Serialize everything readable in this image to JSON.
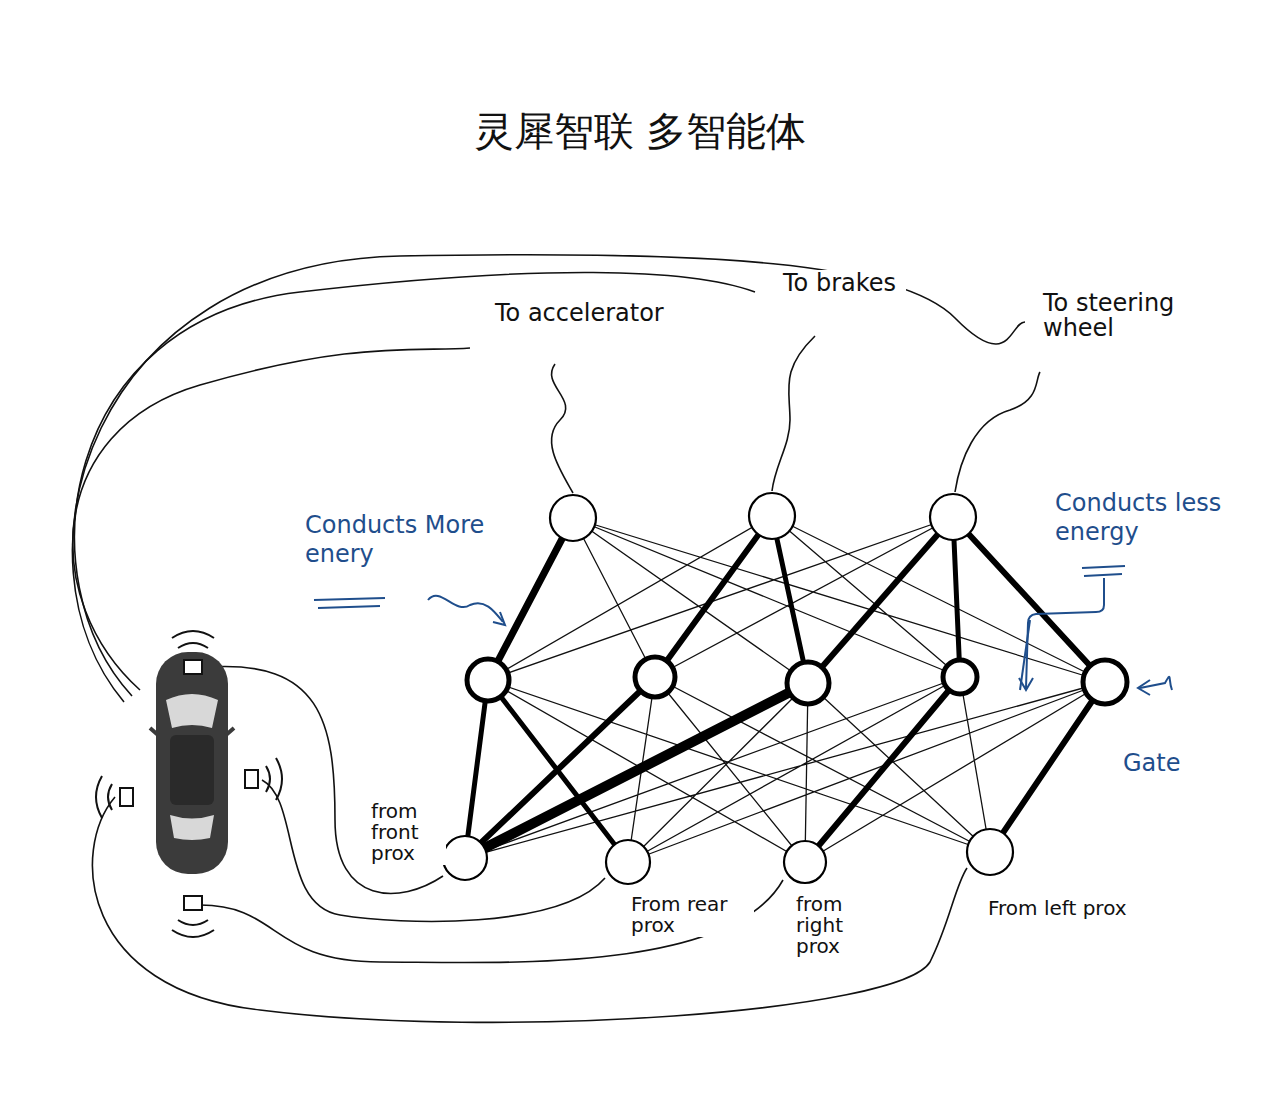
{
  "diagram": {
    "title": "灵犀智联 多智能体",
    "nodes": [
      {
        "text": [
          "To accelerator"
        ]
      },
      {
        "text": [
          "To brakes"
        ]
      },
      {
        "text": [
          "To steering wheel"
        ]
      },
      {
        "text": [
          "from front prox"
        ]
      },
      {
        "text": [
          "From rear prox"
        ]
      },
      {
        "text": [
          "from right prox"
        ]
      },
      {
        "text": [
          "From left prox"
        ]
      }
    ],
    "labels": [
      "Conducts More enery",
      "Conducts less energy",
      "Gate"
    ]
  }
}
